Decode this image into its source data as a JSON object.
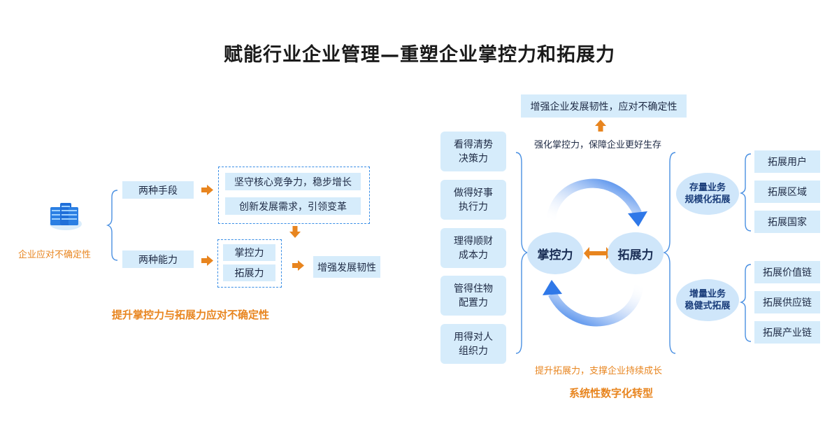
{
  "title": "赋能行业企业管理—重塑企业掌控力和拓展力",
  "left": {
    "icon_label": "企业应对不确定性",
    "branch1": "两种手段",
    "branch2": "两种能力",
    "means": [
      "坚守核心竞争力，稳步增长",
      "创新发展需求，引领变革"
    ],
    "abilities": [
      "掌控力",
      "拓展力"
    ],
    "result": "增强发展韧性",
    "caption": "提升掌控力与拓展力应对不确定性"
  },
  "right": {
    "top_box": "增强企业发展韧性，应对不确定性",
    "top_caption": "强化掌控力，保障企业更好生存",
    "bottom_caption": "提升拓展力，支撑企业持续成长",
    "footer": "系统性数字化转型",
    "control": "掌控力",
    "expand": "拓展力",
    "left_items": [
      {
        "l1": "看得清势",
        "l2": "决策力"
      },
      {
        "l1": "做得好事",
        "l2": "执行力"
      },
      {
        "l1": "理得顺财",
        "l2": "成本力"
      },
      {
        "l1": "管得住物",
        "l2": "配置力"
      },
      {
        "l1": "用得对人",
        "l2": "组织力"
      }
    ],
    "stock": {
      "l1": "存量业务",
      "l2": "规模化拓展"
    },
    "incr": {
      "l1": "增量业务",
      "l2": "稳健式拓展"
    },
    "stock_items": [
      "拓展用户",
      "拓展区域",
      "拓展国家"
    ],
    "incr_items": [
      "拓展价值链",
      "拓展供应链",
      "拓展产业链"
    ]
  },
  "colors": {
    "accent_orange": "#e8851f",
    "box_blue": "#d6ecfb",
    "arrow_blue": "#2f78e8",
    "line_blue": "#4a90e2"
  }
}
